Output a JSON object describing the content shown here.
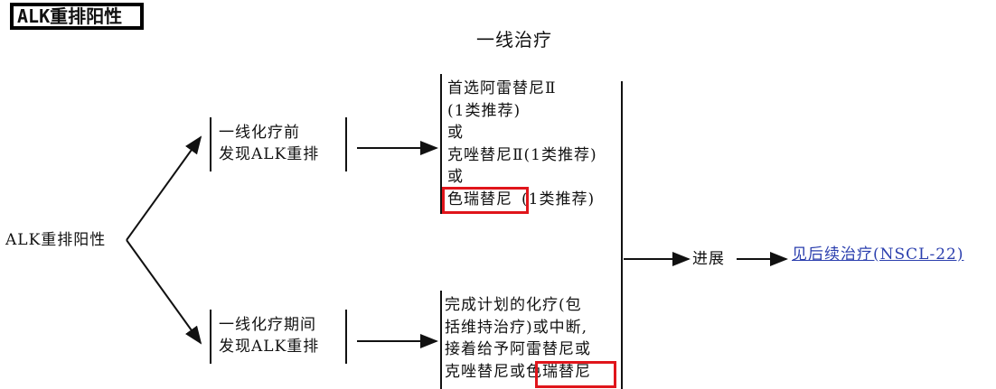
{
  "header": {
    "label": "ALK重排阳性"
  },
  "title": "一线治疗",
  "root": {
    "label": "ALK重排阳性"
  },
  "branches": [
    {
      "id": "before",
      "condition_lines": [
        "一线化疗前",
        "发现ALK重排"
      ],
      "treatment_lines": [
        "首选阿雷替尼Ⅱ",
        "(1类推荐)",
        "或",
        "克唑替尼Ⅱ(1类推荐)",
        "或"
      ],
      "highlight": "色瑞替尼",
      "highlight_suffix": "(1类推荐)"
    },
    {
      "id": "during",
      "condition_lines": [
        "一线化疗期间",
        "发现ALK重排"
      ],
      "treatment_lines": [
        "完成计划的化疗(包",
        "括维持治疗)或中断,",
        "接着给予阿雷替尼或"
      ],
      "last_line_prefix": "克唑替尼或",
      "highlight": "色瑞替尼"
    }
  ],
  "progression": {
    "label": "进展"
  },
  "next_step": {
    "label": "见后续治疗(NSCL-22)"
  },
  "colors": {
    "highlight_border": "#e0151b",
    "link": "#2b3fae",
    "line": "#111111"
  }
}
